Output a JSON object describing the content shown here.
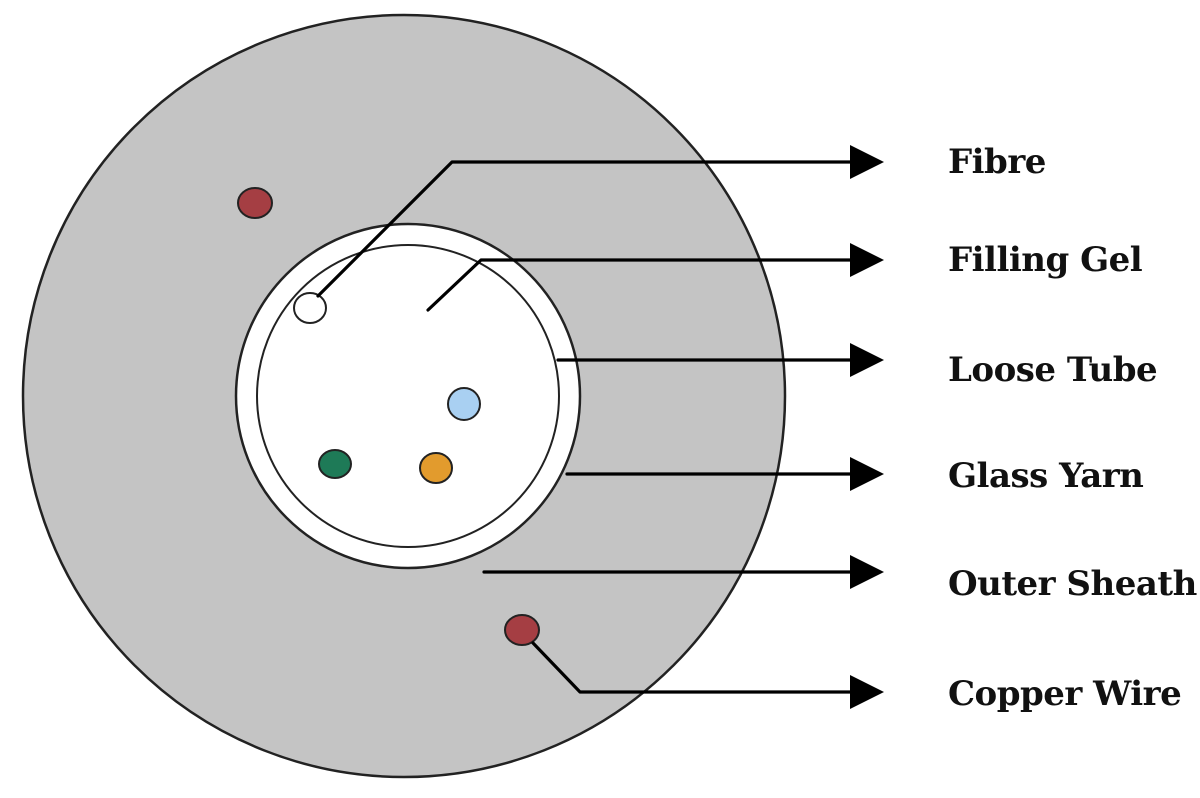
{
  "diagram": {
    "colors": {
      "outer_sheath": "#c4c4c4",
      "outline": "#222222",
      "background": "#ffffff",
      "copper_wire": "#a53e43",
      "fibre_light_blue": "#a9d0f2",
      "fibre_green": "#1e7a57",
      "fibre_orange": "#e29b2d",
      "fibre_white": "#ffffff"
    },
    "labels": [
      {
        "id": "fibre",
        "text": "Fibre"
      },
      {
        "id": "filling-gel",
        "text": "Filling Gel"
      },
      {
        "id": "loose-tube",
        "text": "Loose Tube"
      },
      {
        "id": "glass-yarn",
        "text": "Glass Yarn"
      },
      {
        "id": "outer-sheath",
        "text": "Outer Sheath"
      },
      {
        "id": "copper-wire",
        "text": "Copper Wire"
      }
    ]
  }
}
